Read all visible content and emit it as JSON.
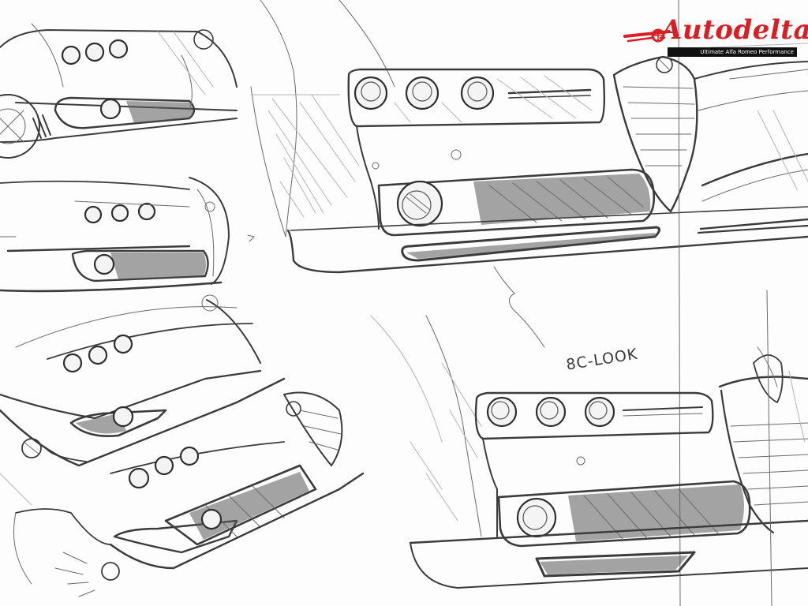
{
  "logo": {
    "wordmark": "Autodelta",
    "tagline": "Ultimate Alfa Romeo Performance",
    "brand_color": "#d91e24",
    "tagline_bg_color": "#111111"
  },
  "annotations": {
    "sketch_note": "8C-LOOK"
  },
  "colors": {
    "paper": "#fdfdfd",
    "pencil": "#3b3b3b"
  }
}
